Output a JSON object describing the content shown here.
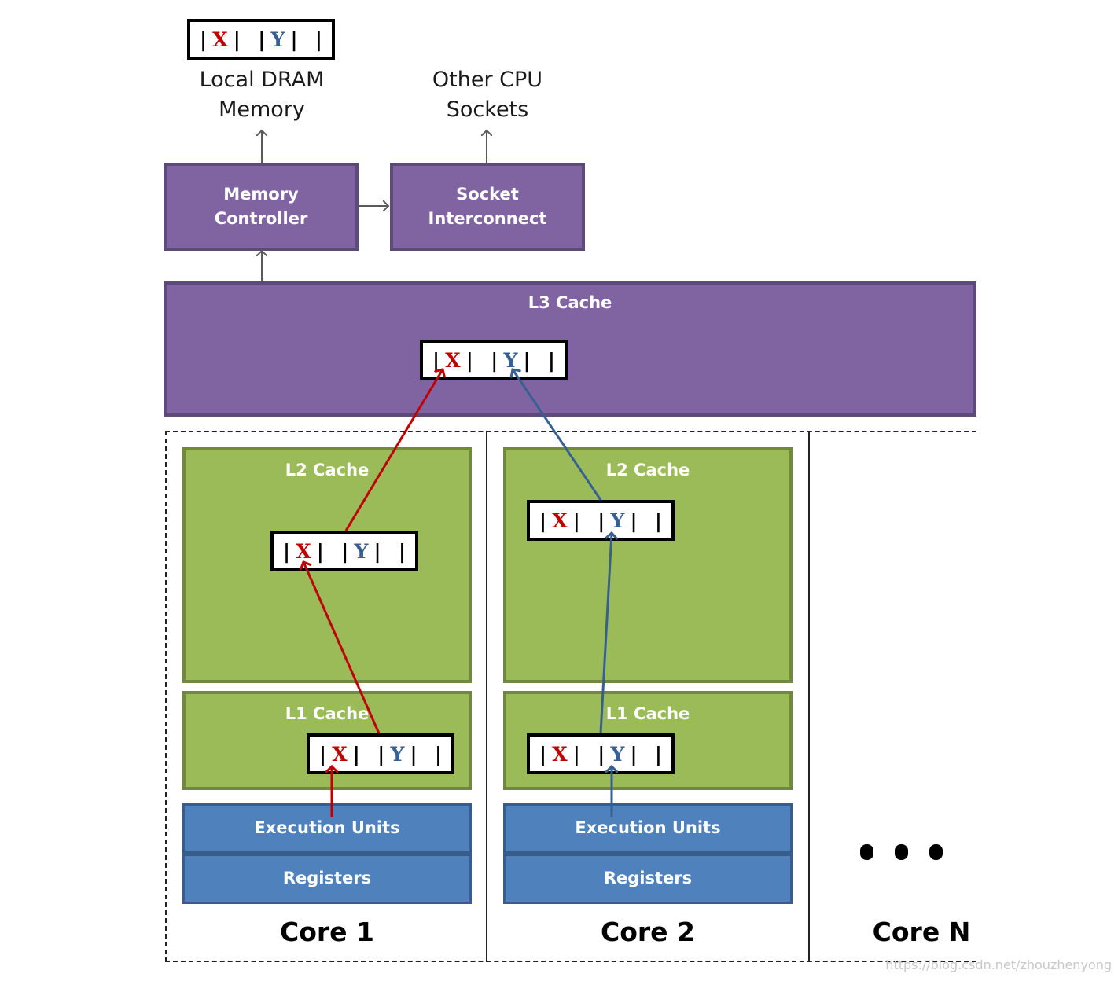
{
  "cache_line": {
    "x": "X",
    "y": "Y",
    "bar": "|"
  },
  "top": {
    "local_dram": [
      "Local DRAM",
      "Memory"
    ],
    "other_cpu": [
      "Other CPU",
      "Sockets"
    ]
  },
  "memory_controller": [
    "Memory",
    "Controller"
  ],
  "socket_interconnect": [
    "Socket",
    "Interconnect"
  ],
  "l3_label": "L3 Cache",
  "cores": [
    {
      "name": "Core 1",
      "l2": "L2 Cache",
      "l1": "L1 Cache",
      "exec": "Execution Units",
      "regs": "Registers"
    },
    {
      "name": "Core 2",
      "l2": "L2 Cache",
      "l1": "L1 Cache",
      "exec": "Execution Units",
      "regs": "Registers"
    },
    {
      "name": "Core N"
    }
  ],
  "colors": {
    "purple": "#8064a2",
    "green": "#9bbb59",
    "blue": "#4f81bd",
    "red_arrow": "#c00000",
    "blue_arrow": "#376092",
    "gray_arrow": "#5a5a5a"
  },
  "watermark": "https://blog.csdn.net/zhouzhenyong"
}
